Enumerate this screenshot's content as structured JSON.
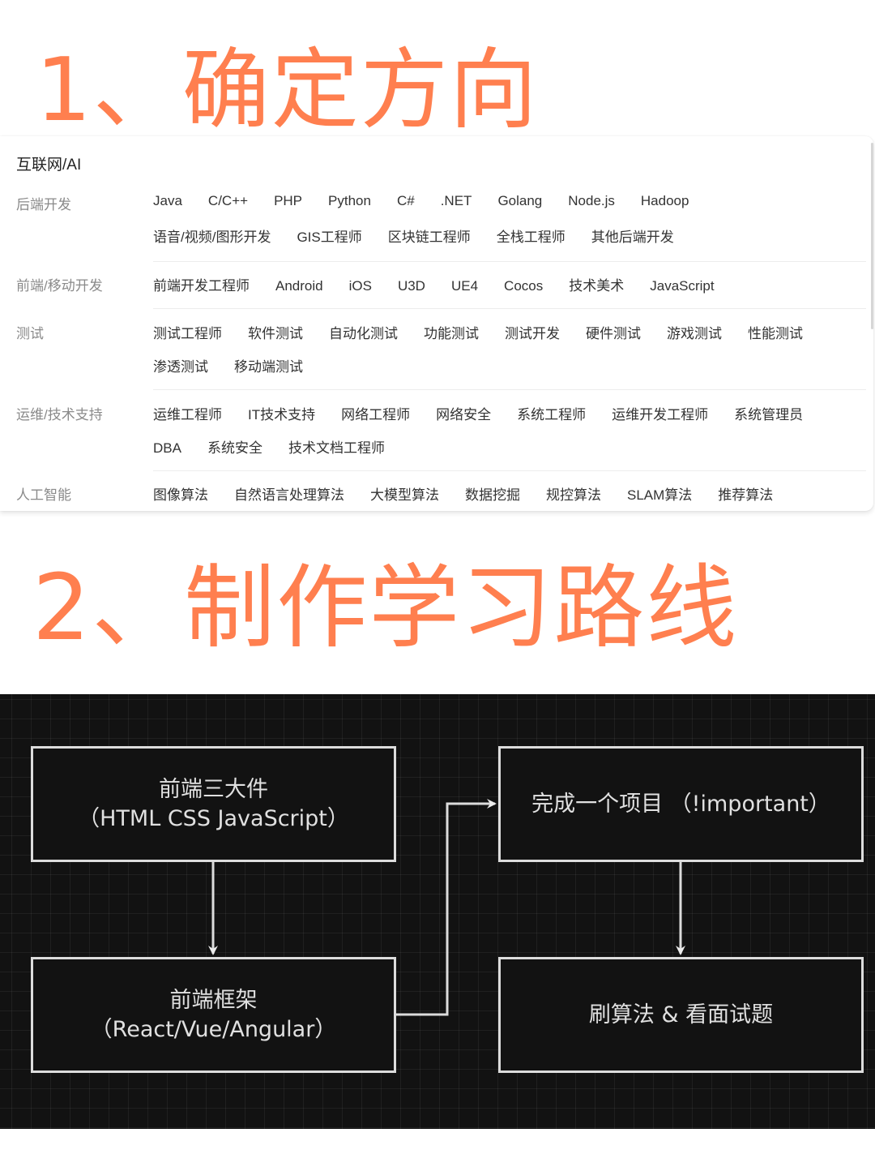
{
  "section1": {
    "title": "1、确定方向"
  },
  "job_directory": {
    "header": "互联网/AI",
    "categories": [
      {
        "label": "后端开发",
        "lines": [
          [
            "Java",
            "C/C++",
            "PHP",
            "Python",
            "C#",
            ".NET",
            "Golang",
            "Node.js",
            "Hadoop"
          ],
          [
            "语音/视频/图形开发",
            "GIS工程师",
            "区块链工程师",
            "全栈工程师",
            "其他后端开发"
          ]
        ]
      },
      {
        "label": "前端/移动开发",
        "lines": [
          [
            "前端开发工程师",
            "Android",
            "iOS",
            "U3D",
            "UE4",
            "Cocos",
            "技术美术",
            "JavaScript"
          ]
        ]
      },
      {
        "label": "测试",
        "lines": [
          [
            "测试工程师",
            "软件测试",
            "自动化测试",
            "功能测试",
            "测试开发",
            "硬件测试",
            "游戏测试",
            "性能测试"
          ],
          [
            "渗透测试",
            "移动端测试"
          ]
        ]
      },
      {
        "label": "运维/技术支持",
        "lines": [
          [
            "运维工程师",
            "IT技术支持",
            "网络工程师",
            "网络安全",
            "系统工程师",
            "运维开发工程师",
            "系统管理员"
          ],
          [
            "DBA",
            "系统安全",
            "技术文档工程师"
          ]
        ]
      },
      {
        "label": "人工智能",
        "lines": [
          [
            "图像算法",
            "自然语言处理算法",
            "大模型算法",
            "数据挖掘",
            "规控算法",
            "SLAM算法",
            "推荐算法"
          ]
        ]
      }
    ]
  },
  "section2": {
    "title": "2、制作学习路线"
  },
  "roadmap": {
    "nodes": [
      {
        "id": "basics",
        "line1": "前端三大件",
        "line2": "（HTML CSS JavaScript）"
      },
      {
        "id": "framework",
        "line1": "前端框架",
        "line2": "（React/Vue/Angular）"
      },
      {
        "id": "project",
        "line1": "完成一个项目 （!important）",
        "line2": ""
      },
      {
        "id": "interview",
        "line1": "刷算法 & 看面试题",
        "line2": ""
      }
    ],
    "edges": [
      {
        "from": "basics",
        "to": "framework"
      },
      {
        "from": "framework",
        "to": "project"
      },
      {
        "from": "project",
        "to": "interview"
      }
    ],
    "colors": {
      "title_orange": "#FF7F4F",
      "canvas_bg": "#121212",
      "node_border": "#dcdcdc",
      "node_text": "#e0e0e0"
    }
  }
}
